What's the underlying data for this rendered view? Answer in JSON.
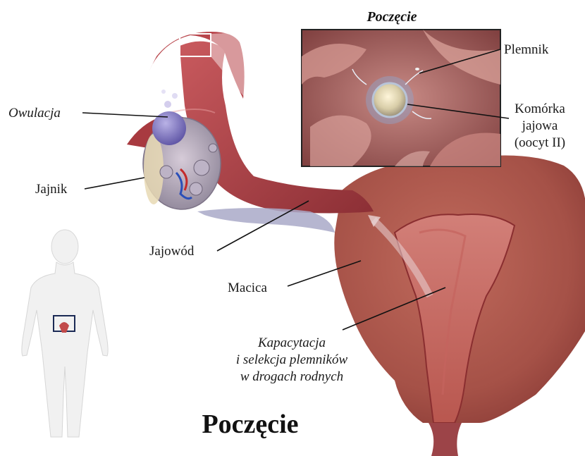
{
  "inset": {
    "title": "Poczęcie"
  },
  "labels": {
    "sperm": "Plemnik",
    "egg_line1": "Komórka",
    "egg_line2": "jajowa",
    "egg_line3": "(oocyt II)",
    "ovulation": "Owulacja",
    "ovary": "Jajnik",
    "fallopian_tube": "Jajowód",
    "uterus": "Macica",
    "capacitation_line1": "Kapacytacja",
    "capacitation_line2": "i selekcja plemników",
    "capacitation_line3": "w drogach rodnych"
  },
  "main_title": "Poczęcie",
  "colors": {
    "tissue_dark": "#8e2e34",
    "tissue_mid": "#b94a4f",
    "tissue_light": "#d98a86",
    "uterus_body": "#a85a4f",
    "ovary": "#c9b7c9",
    "oocyte": "#d9d3c2",
    "silhouette": "#eeeeee"
  }
}
